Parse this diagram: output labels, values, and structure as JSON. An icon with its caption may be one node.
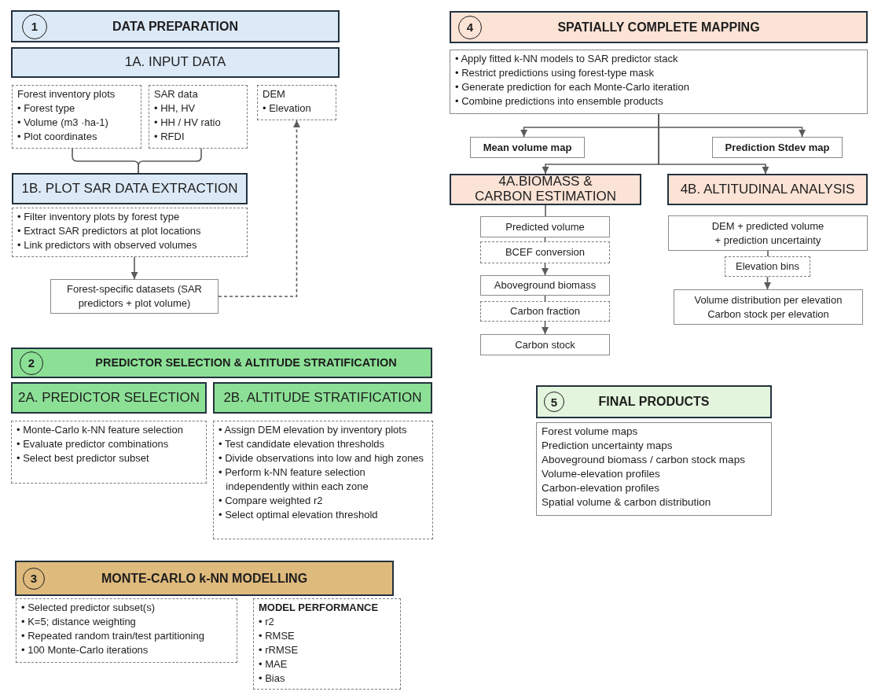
{
  "diagram": {
    "nodes": [
      {
        "text": [
          "DATA PREPARATION"
        ]
      },
      {
        "text": [
          "1"
        ],
        "in": 0
      },
      {
        "text": [
          "1A. INPUT DATA"
        ]
      },
      {
        "text": [
          "Forest inventory plots",
          "• Forest type",
          "• Volume (m3 ·ha-1)",
          "• Plot coordinates"
        ]
      },
      {
        "text": [
          "SAR data",
          "• HH, HV",
          "• HH / HV ratio",
          "• RFDI"
        ]
      },
      {
        "text": [
          "DEM",
          "• Elevation"
        ]
      },
      {
        "text": [
          "1B. PLOT SAR DATA EXTRACTION"
        ]
      },
      {
        "text": [
          "• Filter inventory plots by forest type",
          "• Extract SAR predictors at plot locations",
          "• Link predictors with observed volumes"
        ]
      },
      {
        "text": [
          "Forest-specific datasets (SAR predictors + plot volume)"
        ]
      },
      {
        "text": [
          "PREDICTOR SELECTION & ALTITUDE STRATIFICATION"
        ]
      },
      {
        "text": [
          "2"
        ],
        "in": 9
      },
      {
        "text": [
          "2A. PREDICTOR SELECTION"
        ]
      },
      {
        "text": [
          "2B. ALTITUDE STRATIFICATION"
        ]
      },
      {
        "text": [
          "• Monte-Carlo k-NN feature selection",
          "• Evaluate predictor combinations",
          "• Select best predictor subset"
        ]
      },
      {
        "text": [
          "• Assign DEM elevation by inventory plots",
          "• Test candidate elevation thresholds",
          "• Divide observations into low and high zones",
          "• Perform k-NN feature selection independently within each zone",
          "• Compare weighted r2",
          "• Select optimal elevation threshold"
        ]
      },
      {
        "text": [
          "MONTE-CARLO k-NN MODELLING"
        ]
      },
      {
        "text": [
          "3"
        ],
        "in": 15
      },
      {
        "text": [
          "• Selected predictor subset(s)",
          "• K=5; distance weighting",
          "• Repeated random train/test partitioning",
          "• 100 Monte-Carlo iterations"
        ]
      },
      {
        "text": [
          "MODEL PERFORMANCE",
          "• r2",
          "• RMSE",
          "• rRMSE",
          "• MAE",
          "• Bias"
        ]
      },
      {
        "text": [
          "SPATIALLY COMPLETE MAPPING"
        ]
      },
      {
        "text": [
          "4"
        ],
        "in": 19
      },
      {
        "text": [
          "• Apply fitted k-NN models to SAR predictor stack",
          "• Restrict predictions using forest-type mask",
          "• Generate prediction for each Monte-Carlo iteration",
          "• Combine predictions into ensemble products"
        ]
      },
      {
        "text": [
          "Mean volume map"
        ]
      },
      {
        "text": [
          "Prediction Stdev map"
        ]
      },
      {
        "text": [
          "4A.BIOMASS & CARBON ESTIMATION"
        ]
      },
      {
        "text": [
          "4B. ALTITUDINAL ANALYSIS"
        ]
      },
      {
        "text": [
          "Predicted volume"
        ]
      },
      {
        "text": [
          "BCEF conversion"
        ]
      },
      {
        "text": [
          "Aboveground biomass"
        ]
      },
      {
        "text": [
          "Carbon fraction"
        ]
      },
      {
        "text": [
          "Carbon stock"
        ]
      },
      {
        "text": [
          "DEM + predicted volume + prediction uncertainty"
        ]
      },
      {
        "text": [
          "Elevation bins"
        ]
      },
      {
        "text": [
          "Volume distribution per elevation",
          "Carbon stock per elevation"
        ]
      },
      {
        "text": [
          "FINAL PRODUCTS"
        ]
      },
      {
        "text": [
          "5"
        ],
        "in": 34
      },
      {
        "text": [
          "Forest volume maps",
          "Prediction uncertainty maps",
          "Aboveground biomass / carbon stock maps",
          "Volume-elevation profiles",
          "Carbon-elevation profiles",
          "Spatial volume & carbon distribution"
        ]
      }
    ],
    "edges": [
      {
        "from": 3,
        "to": 6,
        "arrow": "none"
      },
      {
        "from": 4,
        "to": 6,
        "arrow": "none"
      },
      {
        "from": 7,
        "to": 8,
        "arrow": "to"
      },
      {
        "from": 8,
        "to": 5,
        "arrow": "to",
        "style": "dashed"
      },
      {
        "from": 21,
        "to": 22,
        "arrow": "to"
      },
      {
        "from": 21,
        "to": 23,
        "arrow": "to"
      },
      {
        "from": 21,
        "to": 24,
        "arrow": "to"
      },
      {
        "from": 21,
        "to": 25,
        "arrow": "to"
      },
      {
        "from": 24,
        "to": 26,
        "arrow": "none"
      },
      {
        "from": 26,
        "to": 27,
        "arrow": "none"
      },
      {
        "from": 27,
        "to": 28,
        "arrow": "to"
      },
      {
        "from": 28,
        "to": 29,
        "arrow": "none"
      },
      {
        "from": 29,
        "to": 30,
        "arrow": "to"
      },
      {
        "from": 31,
        "to": 32,
        "arrow": "none"
      },
      {
        "from": 32,
        "to": 33,
        "arrow": "to"
      }
    ]
  }
}
